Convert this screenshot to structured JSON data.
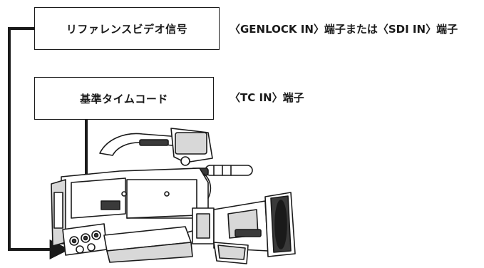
{
  "boxes": {
    "reference_video": "リファレンスビデオ信号",
    "timecode": "基準タイムコード"
  },
  "labels": {
    "reference_video_terminal": "〈GENLOCK IN〉端子または〈SDI IN〉端子",
    "timecode_terminal": "〈TC IN〉端子"
  },
  "colors": {
    "line": "#1a1a1a",
    "camera_body": "#ffffff",
    "camera_detail": "#d8d8d8",
    "camera_dark": "#3a3a3a"
  },
  "icons": {
    "camera": "broadcast-camcorder-illustration"
  }
}
